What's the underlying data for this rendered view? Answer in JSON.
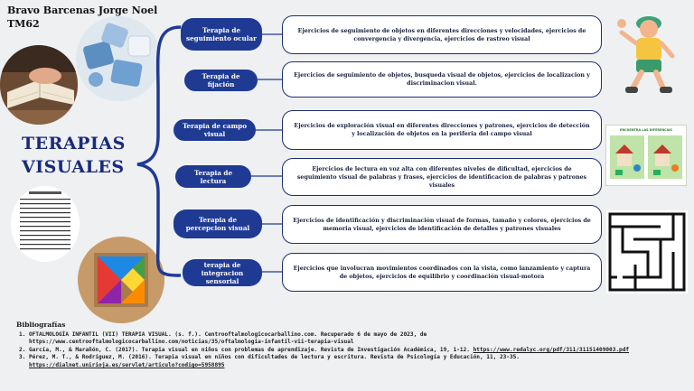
{
  "header": {
    "author_name": "Bravo Barcenas Jorge Noel",
    "group": "TM62"
  },
  "title": {
    "line1": "TERAPIAS",
    "line2": "VISUALES"
  },
  "therapies": [
    {
      "name": "Terapia de seguimiento ocular",
      "description": "Ejercicios de seguimiento de objetos en diferentes direcciones y velocidades, ejercicios de convergencia y divergencia, ejercicios de rastreo visual"
    },
    {
      "name": "Terapia de fijación",
      "description": "Ejercicios de seguimiento de objetos, busqueda visual de objetos, ejercicios de localizacion y discriminacion visual."
    },
    {
      "name": "Terapia de campo visual",
      "description": "Ejercicios de exploración visual en diferentes direcciones y patrones, ejercicios de detección y localización de objetos en la periferia del campo visual"
    },
    {
      "name": "Terapia de lectura",
      "description": "Ejercicios de lectura en voz alta con diferentes niveles de dificultad, ejercicios de seguimiento visual de palabras y frases, ejercicios de identificacion de palabras y patrones visuales"
    },
    {
      "name": "Terapia de percepcion visual",
      "description": "Ejercicios de identificación y discriminación visual de formas, tamaño y colores, ejercicios de memoria visual, ejercicios de identificación de detalles y patrones visuales"
    },
    {
      "name": "terapia de integracion sensorial",
      "description": "Ejercicios que involucran movimientos coordinados con la vista, como lanzamiento y captura de objetos, ejercicios de equilibrio y coordinación visual-motora"
    }
  ],
  "side_image_caption": "ENCUENTRA LAS DIFERENCIAS",
  "bibliography": {
    "heading": "Bibliografías",
    "refs": [
      {
        "text": "OFTALMOLOGÍA INFANTIL (VII) TERAPIA VISUAL. (s. f.). Centrooftalmologicocarballino.com. Recuperado 6 de mayo de 2023, de",
        "link": "https://www.centrooftalmologicocarballino.com/noticias/35/oftalmologia-infantil-vii-terapia-visual"
      },
      {
        "text": "García, M., & Marañón, C. (2017). Terapia visual en niños con problemas de aprendizaje. Revista de Investigación Académica, 19, 1-12.",
        "link": "https://www.redalyc.org/pdf/311/31151409003.pdf"
      },
      {
        "text": "Pérez, M. T., & Rodríguez, M. (2016). Terapia visual en niños con dificultades de lectura y escritura. Revista de Psicología y Educación, 11, 23-35.",
        "link": "https://dialnet.unirioja.es/servlet/articulo?codigo=5958895"
      }
    ]
  },
  "colors": {
    "pill": "#1f3a93",
    "title": "#1a2a7a",
    "border": "#1f2f6e",
    "background": "#eef0f2"
  }
}
